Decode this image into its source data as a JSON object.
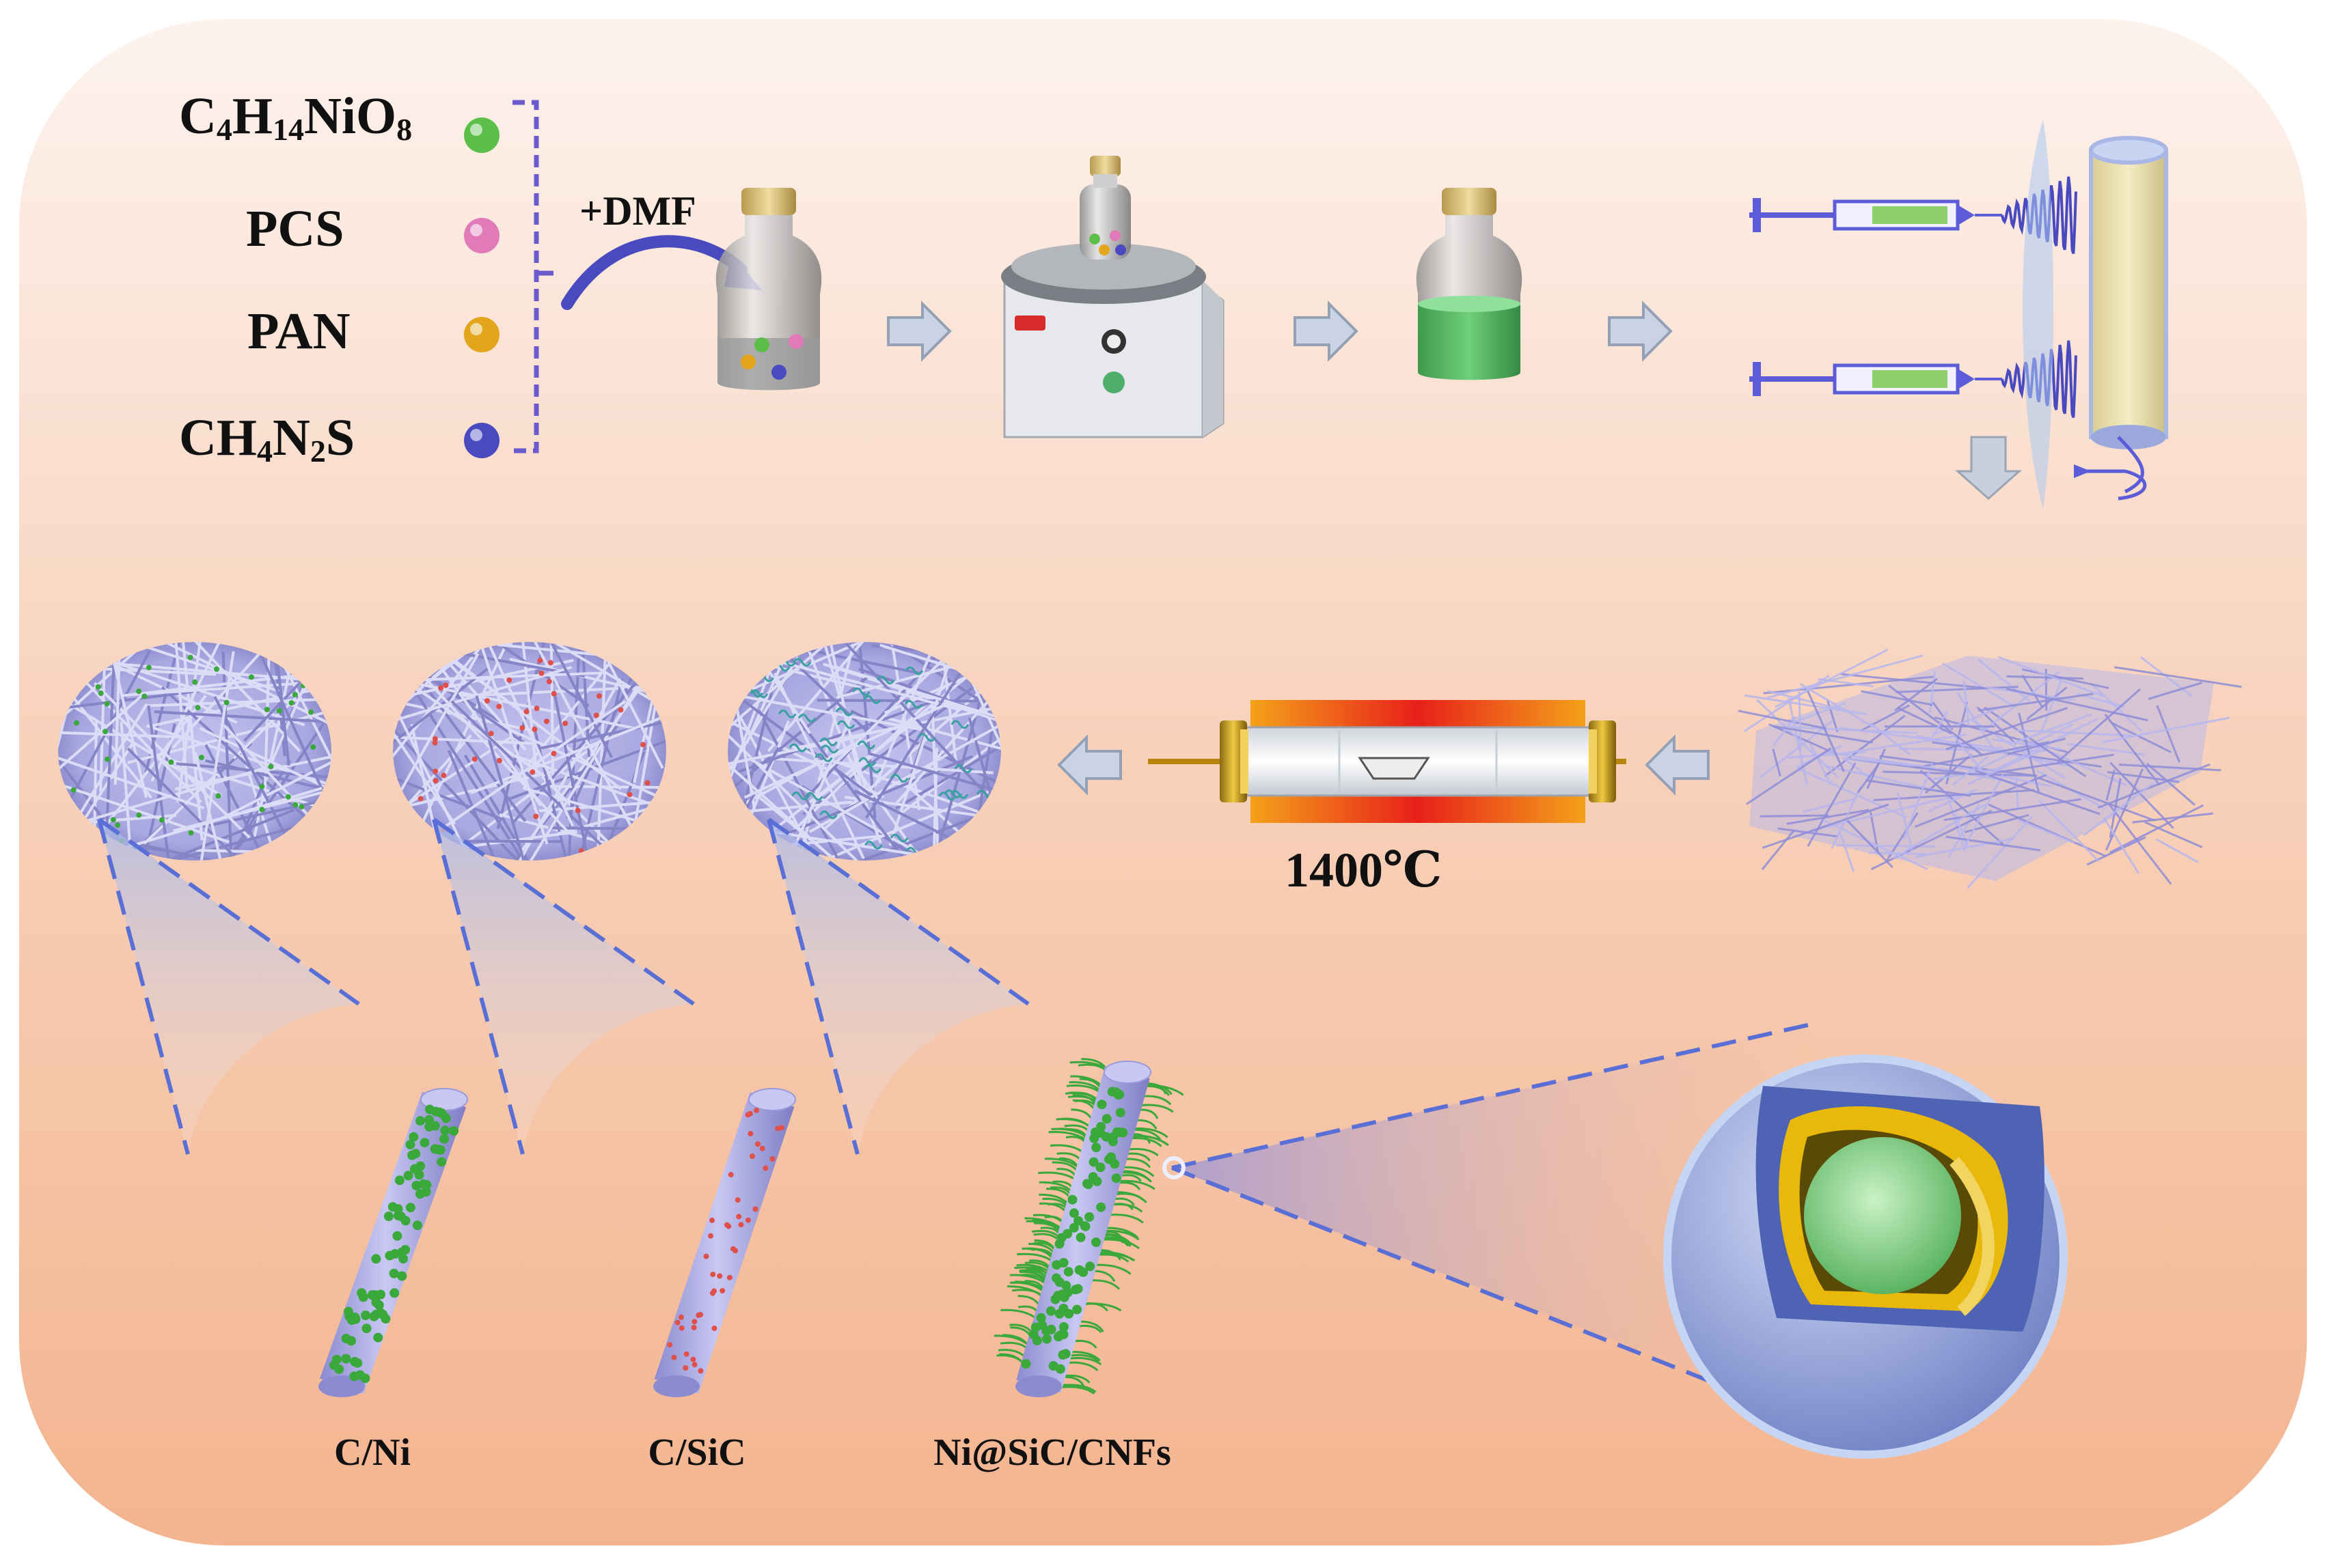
{
  "reagents": [
    {
      "formula": "C4H14NiO8",
      "parts": [
        [
          "C",
          ""
        ],
        [
          "4",
          "sub"
        ],
        [
          "H",
          ""
        ],
        [
          "14",
          "sub"
        ],
        [
          "NiO",
          ""
        ],
        [
          "8",
          "sub"
        ]
      ],
      "color": "#5bbf4a"
    },
    {
      "formula": "PCS",
      "parts": [
        [
          "PCS",
          ""
        ]
      ],
      "color": "#e07ab8"
    },
    {
      "formula": "PAN",
      "parts": [
        [
          "PAN",
          ""
        ]
      ],
      "color": "#e2a51c"
    },
    {
      "formula": "CH4N2S",
      "parts": [
        [
          "CH",
          ""
        ],
        [
          "4",
          "sub"
        ],
        [
          "N",
          ""
        ],
        [
          "2",
          "sub"
        ],
        [
          "S",
          ""
        ]
      ],
      "color": "#4a4ac0"
    }
  ],
  "solvent_label": "+DMF",
  "temperature_label": "1400℃",
  "samples": [
    {
      "label": "C/Ni",
      "particle_color": "#3aa83a"
    },
    {
      "label": "C/SiC",
      "particle_color": "#e0504a"
    },
    {
      "label": "Ni@SiC/CNFs",
      "particle_color": "#3aa83a"
    }
  ],
  "colors": {
    "background_top": "#fdf1ea",
    "background_bottom": "#f3b48f",
    "fiber": "#a9a8e6",
    "arrow": "#b9c6dc",
    "bracket": "#6a5acd",
    "core": "#8fd98c",
    "shell_gold": "#e8b80a",
    "outer_shell": "#9aa8dc",
    "dashed": "#5a6fd6"
  }
}
